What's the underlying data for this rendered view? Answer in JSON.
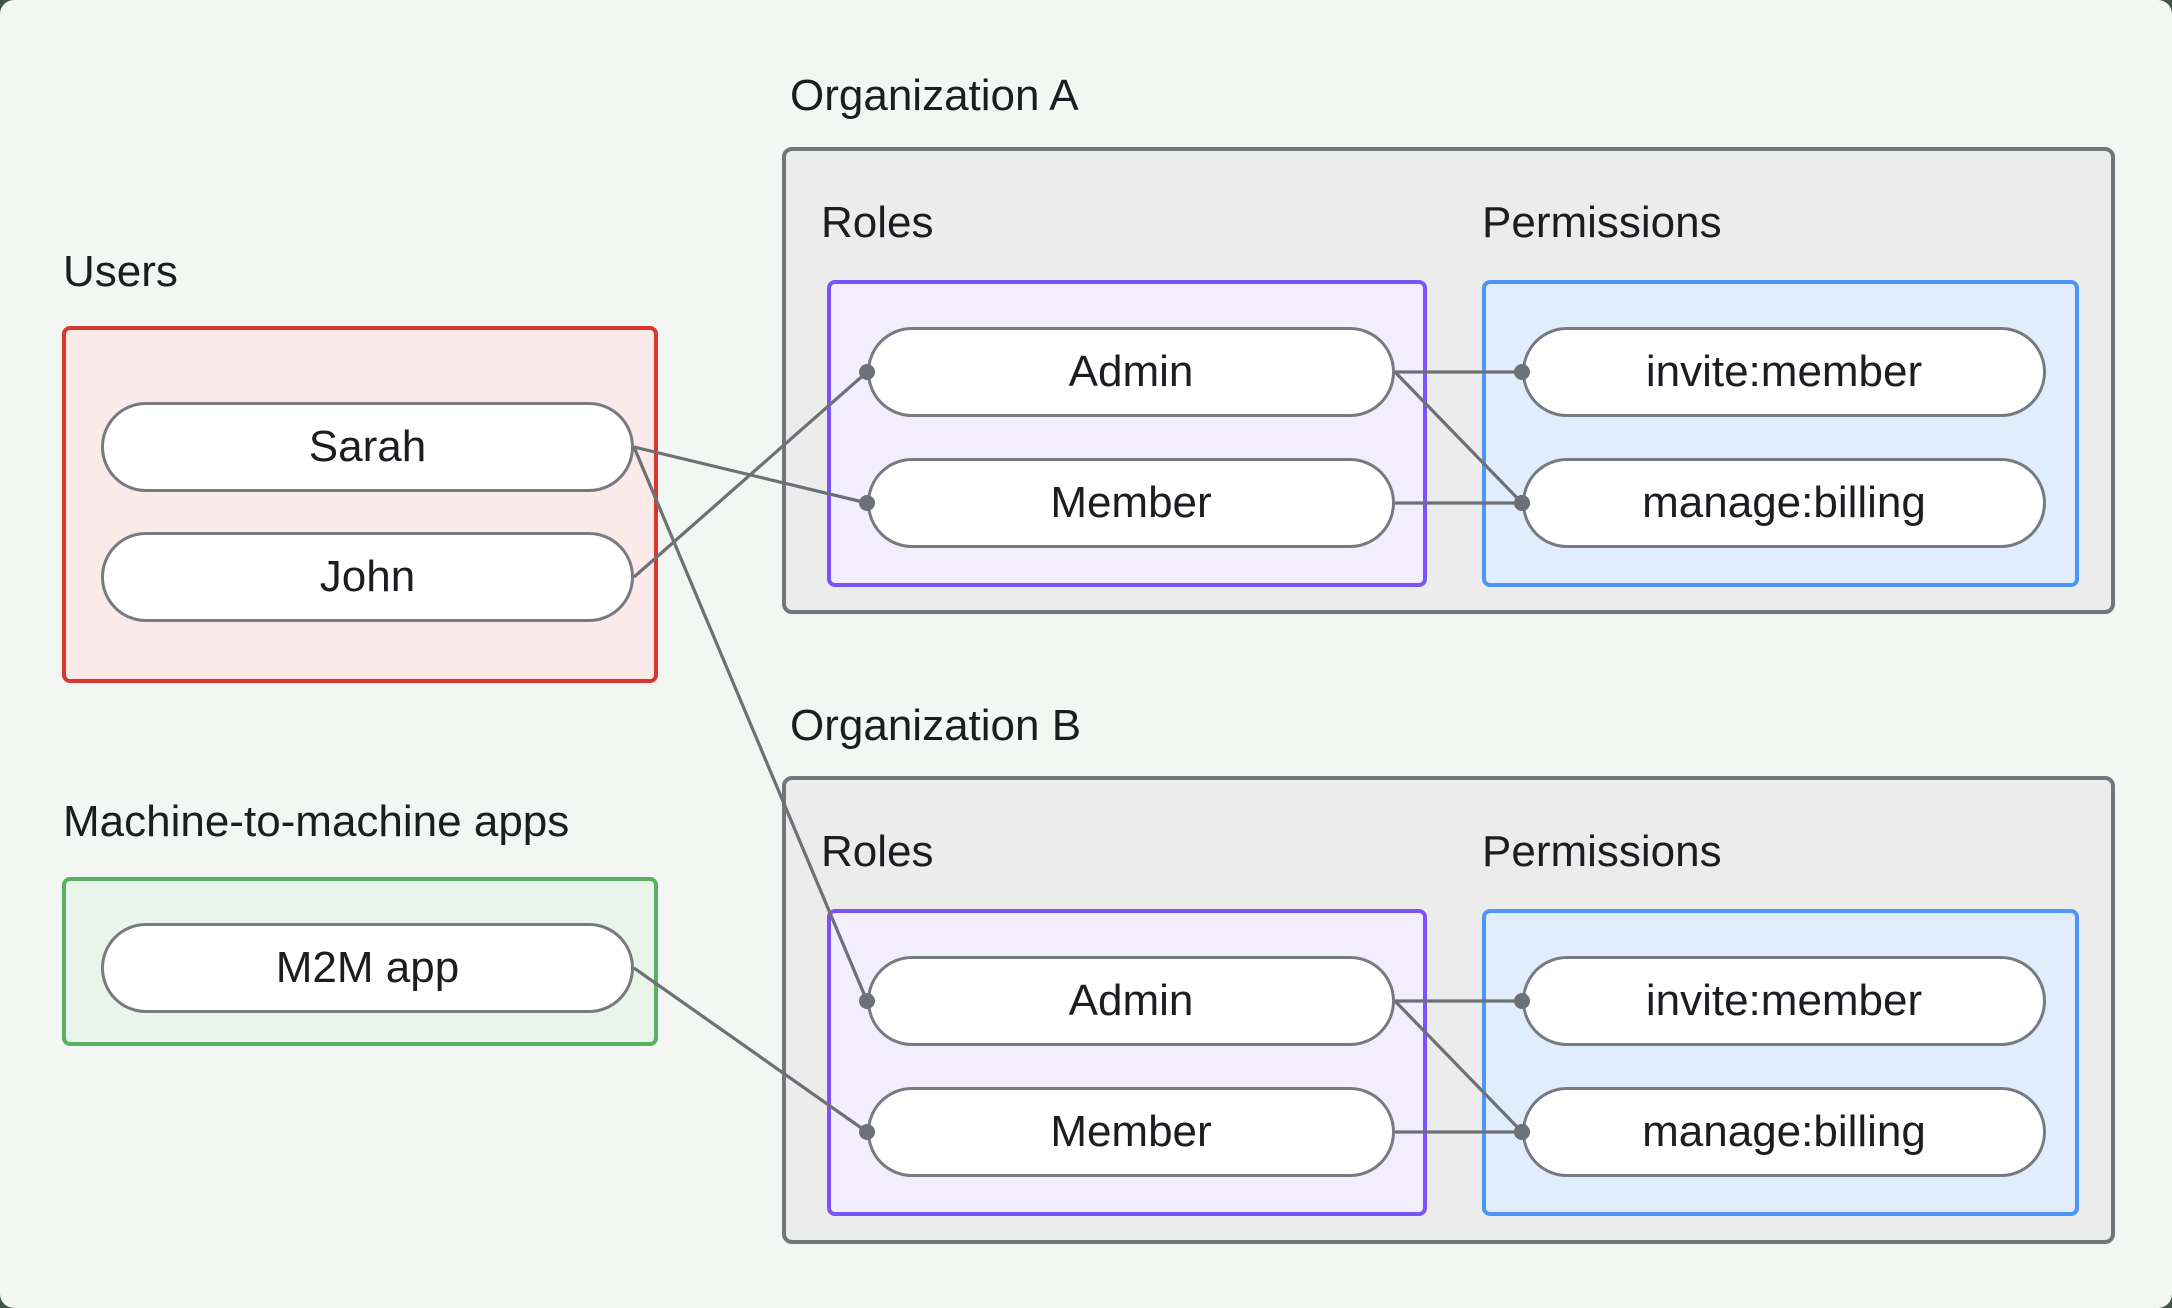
{
  "diagram": {
    "users": {
      "label": "Users",
      "members": [
        "Sarah",
        "John"
      ]
    },
    "m2m": {
      "label": "Machine-to-machine apps",
      "members": [
        "M2M app"
      ]
    },
    "org_a": {
      "title": "Organization A",
      "roles_label": "Roles",
      "permissions_label": "Permissions",
      "roles": [
        "Admin",
        "Member"
      ],
      "permissions": [
        "invite:member",
        "manage:billing"
      ]
    },
    "org_b": {
      "title": "Organization B",
      "roles_label": "Roles",
      "permissions_label": "Permissions",
      "roles": [
        "Admin",
        "Member"
      ],
      "permissions": [
        "invite:member",
        "manage:billing"
      ]
    }
  },
  "edges": [
    {
      "from": "user-sarah",
      "to": "org-a-role-member"
    },
    {
      "from": "user-john",
      "to": "org-a-role-admin"
    },
    {
      "from": "user-sarah",
      "to": "org-b-role-admin"
    },
    {
      "from": "m2m-app",
      "to": "org-b-role-member"
    },
    {
      "from": "org-a-role-admin",
      "to": "org-a-perm-invite"
    },
    {
      "from": "org-a-role-admin",
      "to": "org-a-perm-billing"
    },
    {
      "from": "org-a-role-member",
      "to": "org-a-perm-billing"
    },
    {
      "from": "org-b-role-admin",
      "to": "org-b-perm-invite"
    },
    {
      "from": "org-b-role-admin",
      "to": "org-b-perm-billing"
    },
    {
      "from": "org-b-role-member",
      "to": "org-b-perm-billing"
    }
  ],
  "style": {
    "outer_bg": "#3f5547",
    "canvas_bg": "#f4f6f4",
    "users_border": "#d93831",
    "users_fill": "#fbeae8",
    "m2m_border": "#57b261",
    "m2m_fill": "#e9f5ea",
    "org_border": "#71767b",
    "org_fill": "#ebeceb",
    "roles_border": "#7a54f8",
    "roles_fill": "#f3eefe",
    "permissions_border": "#4b96f8",
    "permissions_fill": "#e1edfc",
    "pill_border": "#777b80",
    "pill_fill": "#ffffff",
    "edge_color": "#6d7175",
    "text_color": "#1b1d21",
    "edge_width": 3.25,
    "dot_radius": 8
  }
}
